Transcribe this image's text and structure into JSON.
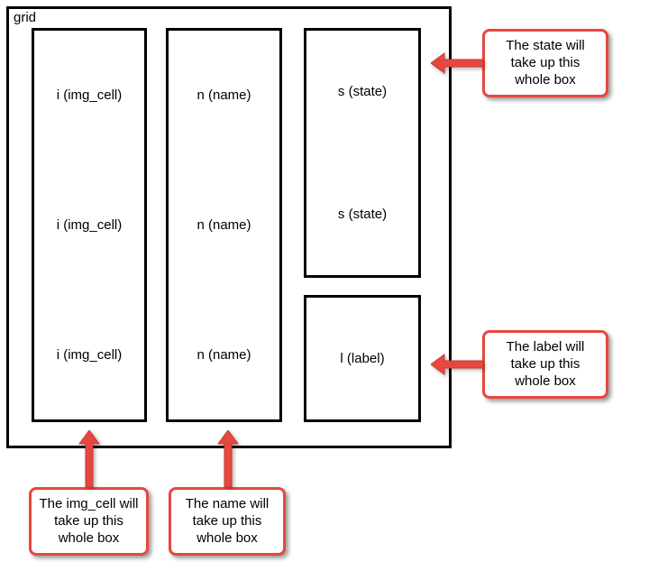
{
  "diagram": {
    "grid_label": "grid",
    "columns": {
      "img_cell": {
        "cells": [
          "i (img_cell)",
          "i (img_cell)",
          "i (img_cell)"
        ]
      },
      "name": {
        "cells": [
          "n (name)",
          "n (name)",
          "n (name)"
        ]
      },
      "state": {
        "cells": [
          "s (state)",
          "s (state)"
        ]
      },
      "label": {
        "cells": [
          "l (label)"
        ]
      }
    },
    "callouts": {
      "state": {
        "text": "The state will take up this whole box"
      },
      "label": {
        "text": "The label will take up this whole box"
      },
      "img_cell": {
        "text": "The img_cell will take up this whole box"
      },
      "name": {
        "text": "The name will take up this whole box"
      }
    },
    "colors": {
      "accent_red": "#e8473f",
      "box_border": "#000000"
    }
  }
}
